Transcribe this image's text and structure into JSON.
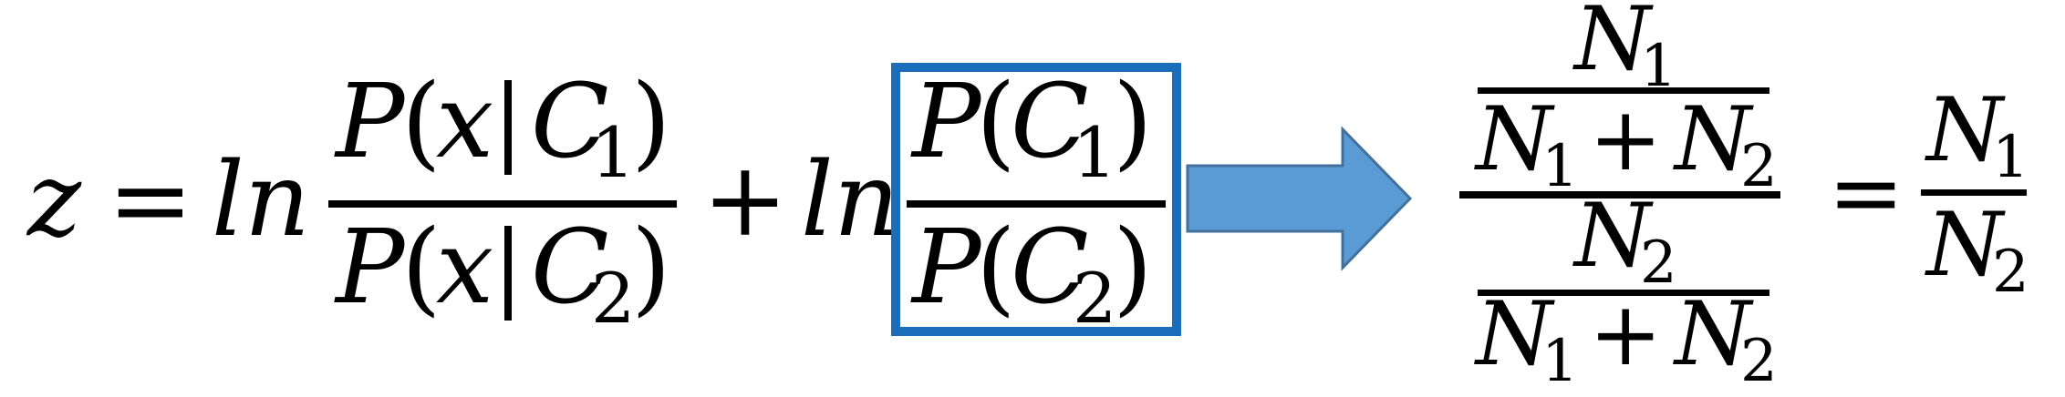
{
  "equation": {
    "lhs": "z",
    "equals": "=",
    "ln_1": "ln",
    "plus": "+",
    "ln_2": "ln",
    "term1": {
      "num_P": "P",
      "num_x": "x",
      "num_C": "C",
      "num_sub": "1",
      "den_P": "P",
      "den_x": "x",
      "den_C": "C",
      "den_sub": "2"
    },
    "term2": {
      "num_P": "P",
      "num_C": "C",
      "num_sub": "1",
      "den_P": "P",
      "den_C": "C",
      "den_sub": "2"
    },
    "ratio": {
      "top_N": "N",
      "top_sub": "1",
      "top_den_N1": "N",
      "top_den_sub1": "1",
      "top_den_plus": "+",
      "top_den_N2": "N",
      "top_den_sub2": "2",
      "bot_N": "N",
      "bot_sub": "2",
      "bot_den_N1": "N",
      "bot_den_sub1": "1",
      "bot_den_plus": "+",
      "bot_den_N2": "N",
      "bot_den_sub2": "2"
    },
    "equals_2": "=",
    "result": {
      "num_N": "N",
      "num_sub": "1",
      "den_N": "N",
      "den_sub": "2"
    }
  },
  "colors": {
    "box_border": "#1b6fba",
    "arrow_fill": "#5b9bd5",
    "arrow_stroke": "#41719c",
    "ink": "#000000"
  }
}
